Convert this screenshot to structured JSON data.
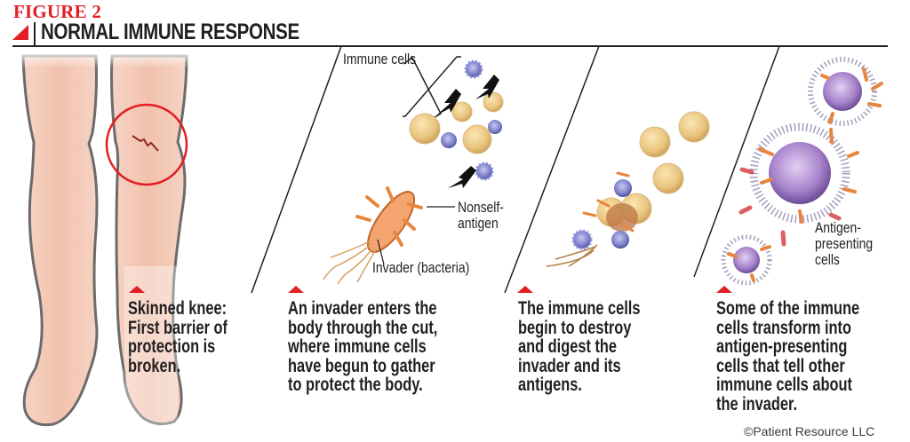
{
  "figure": {
    "number_label": "FIGURE 2",
    "title": "NORMAL IMMUNE RESPONSE",
    "accent_color": "#e31e24",
    "credit": "©Patient Resource LLC"
  },
  "panels": [
    {
      "id": "skinned-knee",
      "caption_lines": [
        "Skinned knee:",
        "First barrier of",
        "protection is",
        "broken."
      ],
      "labels": []
    },
    {
      "id": "invader-enters",
      "caption_lines": [
        "An invader enters the",
        "body through the cut,",
        "where immune cells",
        "have begun to gather",
        "to protect the body."
      ],
      "labels": [
        "Immune cells",
        "Nonself-",
        "antigen",
        "Invader (bacteria)"
      ]
    },
    {
      "id": "destroy-digest",
      "caption_lines": [
        "The immune cells",
        "begin to destroy",
        "and digest the",
        "invader and its",
        "antigens."
      ],
      "labels": []
    },
    {
      "id": "antigen-presenting",
      "caption_lines": [
        "Some of the immune",
        "cells transform into",
        "antigen-presenting",
        "cells that tell other",
        "immune cells about",
        "the invader."
      ],
      "labels": [
        "Antigen-",
        "presenting",
        "cells"
      ]
    }
  ]
}
